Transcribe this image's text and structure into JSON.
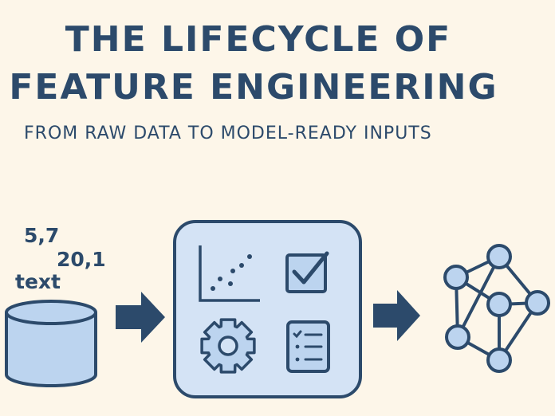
{
  "title_lines": [
    "THE LIFECYCLE OF",
    "FEATURE ENGINEERING"
  ],
  "subtitle": "FROM RAW DATA TO MODEL-READY INPUTS",
  "raw_data_labels": [
    "5,7",
    "20,1",
    "text"
  ],
  "icons": {
    "source": "database-icon",
    "processing": [
      "scatter-plot-icon",
      "checkbox-check-icon",
      "gear-icon",
      "checklist-icon"
    ],
    "output": "neural-network-icon",
    "arrows": [
      "right-arrow-icon",
      "right-arrow-icon"
    ]
  },
  "colors": {
    "background": "#fdf6e9",
    "ink": "#2c4a6b",
    "fill_light": "#bcd4ef",
    "panel_fill": "#d4e3f5"
  }
}
